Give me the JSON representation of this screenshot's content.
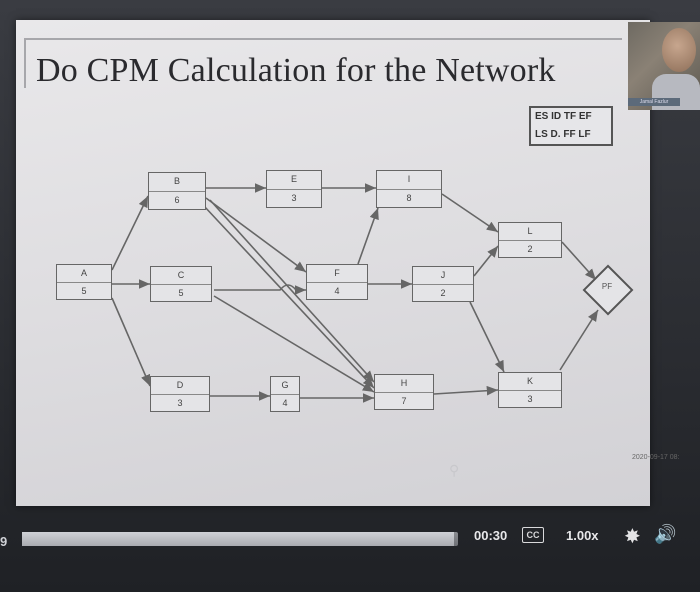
{
  "slide": {
    "title": "Do CPM Calculation for the Network",
    "legend_row1": "ES ID TF EF",
    "legend_row2": "LS D. FF LF",
    "end_label": "PF",
    "timestamp": "2020-09-17 08:",
    "webcam_tag": "Jamal Fazlur",
    "nodes": [
      {
        "id": "A",
        "duration": "5"
      },
      {
        "id": "B",
        "duration": "6"
      },
      {
        "id": "C",
        "duration": "5"
      },
      {
        "id": "D",
        "duration": "3"
      },
      {
        "id": "E",
        "duration": "3"
      },
      {
        "id": "F",
        "duration": "4"
      },
      {
        "id": "G",
        "duration": "4"
      },
      {
        "id": "H",
        "duration": "7"
      },
      {
        "id": "I",
        "duration": "8"
      },
      {
        "id": "J",
        "duration": "2"
      },
      {
        "id": "K",
        "duration": "3"
      },
      {
        "id": "L",
        "duration": "2"
      }
    ]
  },
  "player": {
    "left_number": "9",
    "current_time": "00:30",
    "cc_label": "CC",
    "speed": "1.00x",
    "progress": 0.99,
    "settings_icon": "gear-icon",
    "volume_icon": "volume-icon"
  }
}
